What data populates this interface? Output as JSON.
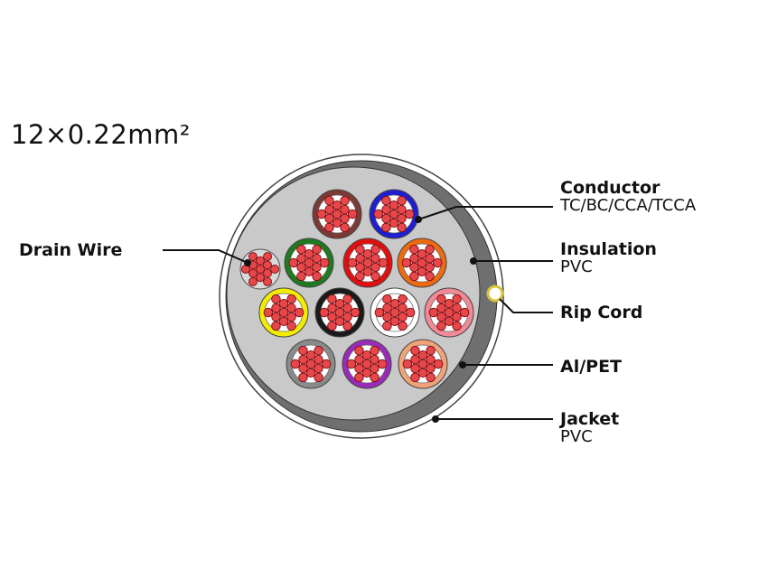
{
  "title": "12×0.22mm²",
  "labels": {
    "conductor": {
      "name": "Conductor",
      "sub": "TC/BC/CCA/TCCA"
    },
    "insulation": {
      "name": "Insulation",
      "sub": "PVC"
    },
    "rip_cord": {
      "name": "Rip Cord"
    },
    "al_pet": {
      "name": "Al/PET"
    },
    "jacket": {
      "name": "Jacket",
      "sub": "PVC"
    },
    "drain_wire": {
      "name": "Drain Wire"
    }
  },
  "colors": {
    "core_fill": "#e8474a",
    "strand_stroke": "#7a0f14",
    "filler": "#c9c9c9",
    "shield": "#6f6f6f",
    "jacket": "#ffffff",
    "outline": "#555555",
    "rip_cord": "#d8c23a"
  },
  "cores": [
    {
      "name": "core-brown",
      "color": "#7b3a35"
    },
    {
      "name": "core-blue",
      "color": "#1f1fd0"
    },
    {
      "name": "core-green",
      "color": "#1f7a1f"
    },
    {
      "name": "core-red",
      "color": "#e01010"
    },
    {
      "name": "core-orange",
      "color": "#ee6a10"
    },
    {
      "name": "core-yellow",
      "color": "#f4ec00"
    },
    {
      "name": "core-black",
      "color": "#1a1a1a"
    },
    {
      "name": "core-white",
      "color": "#ffffff"
    },
    {
      "name": "core-pink",
      "color": "#f08a96"
    },
    {
      "name": "core-grey",
      "color": "#8a8a8a"
    },
    {
      "name": "core-violet",
      "color": "#9a2ab8"
    },
    {
      "name": "core-light-orange",
      "color": "#f0a27a"
    }
  ]
}
